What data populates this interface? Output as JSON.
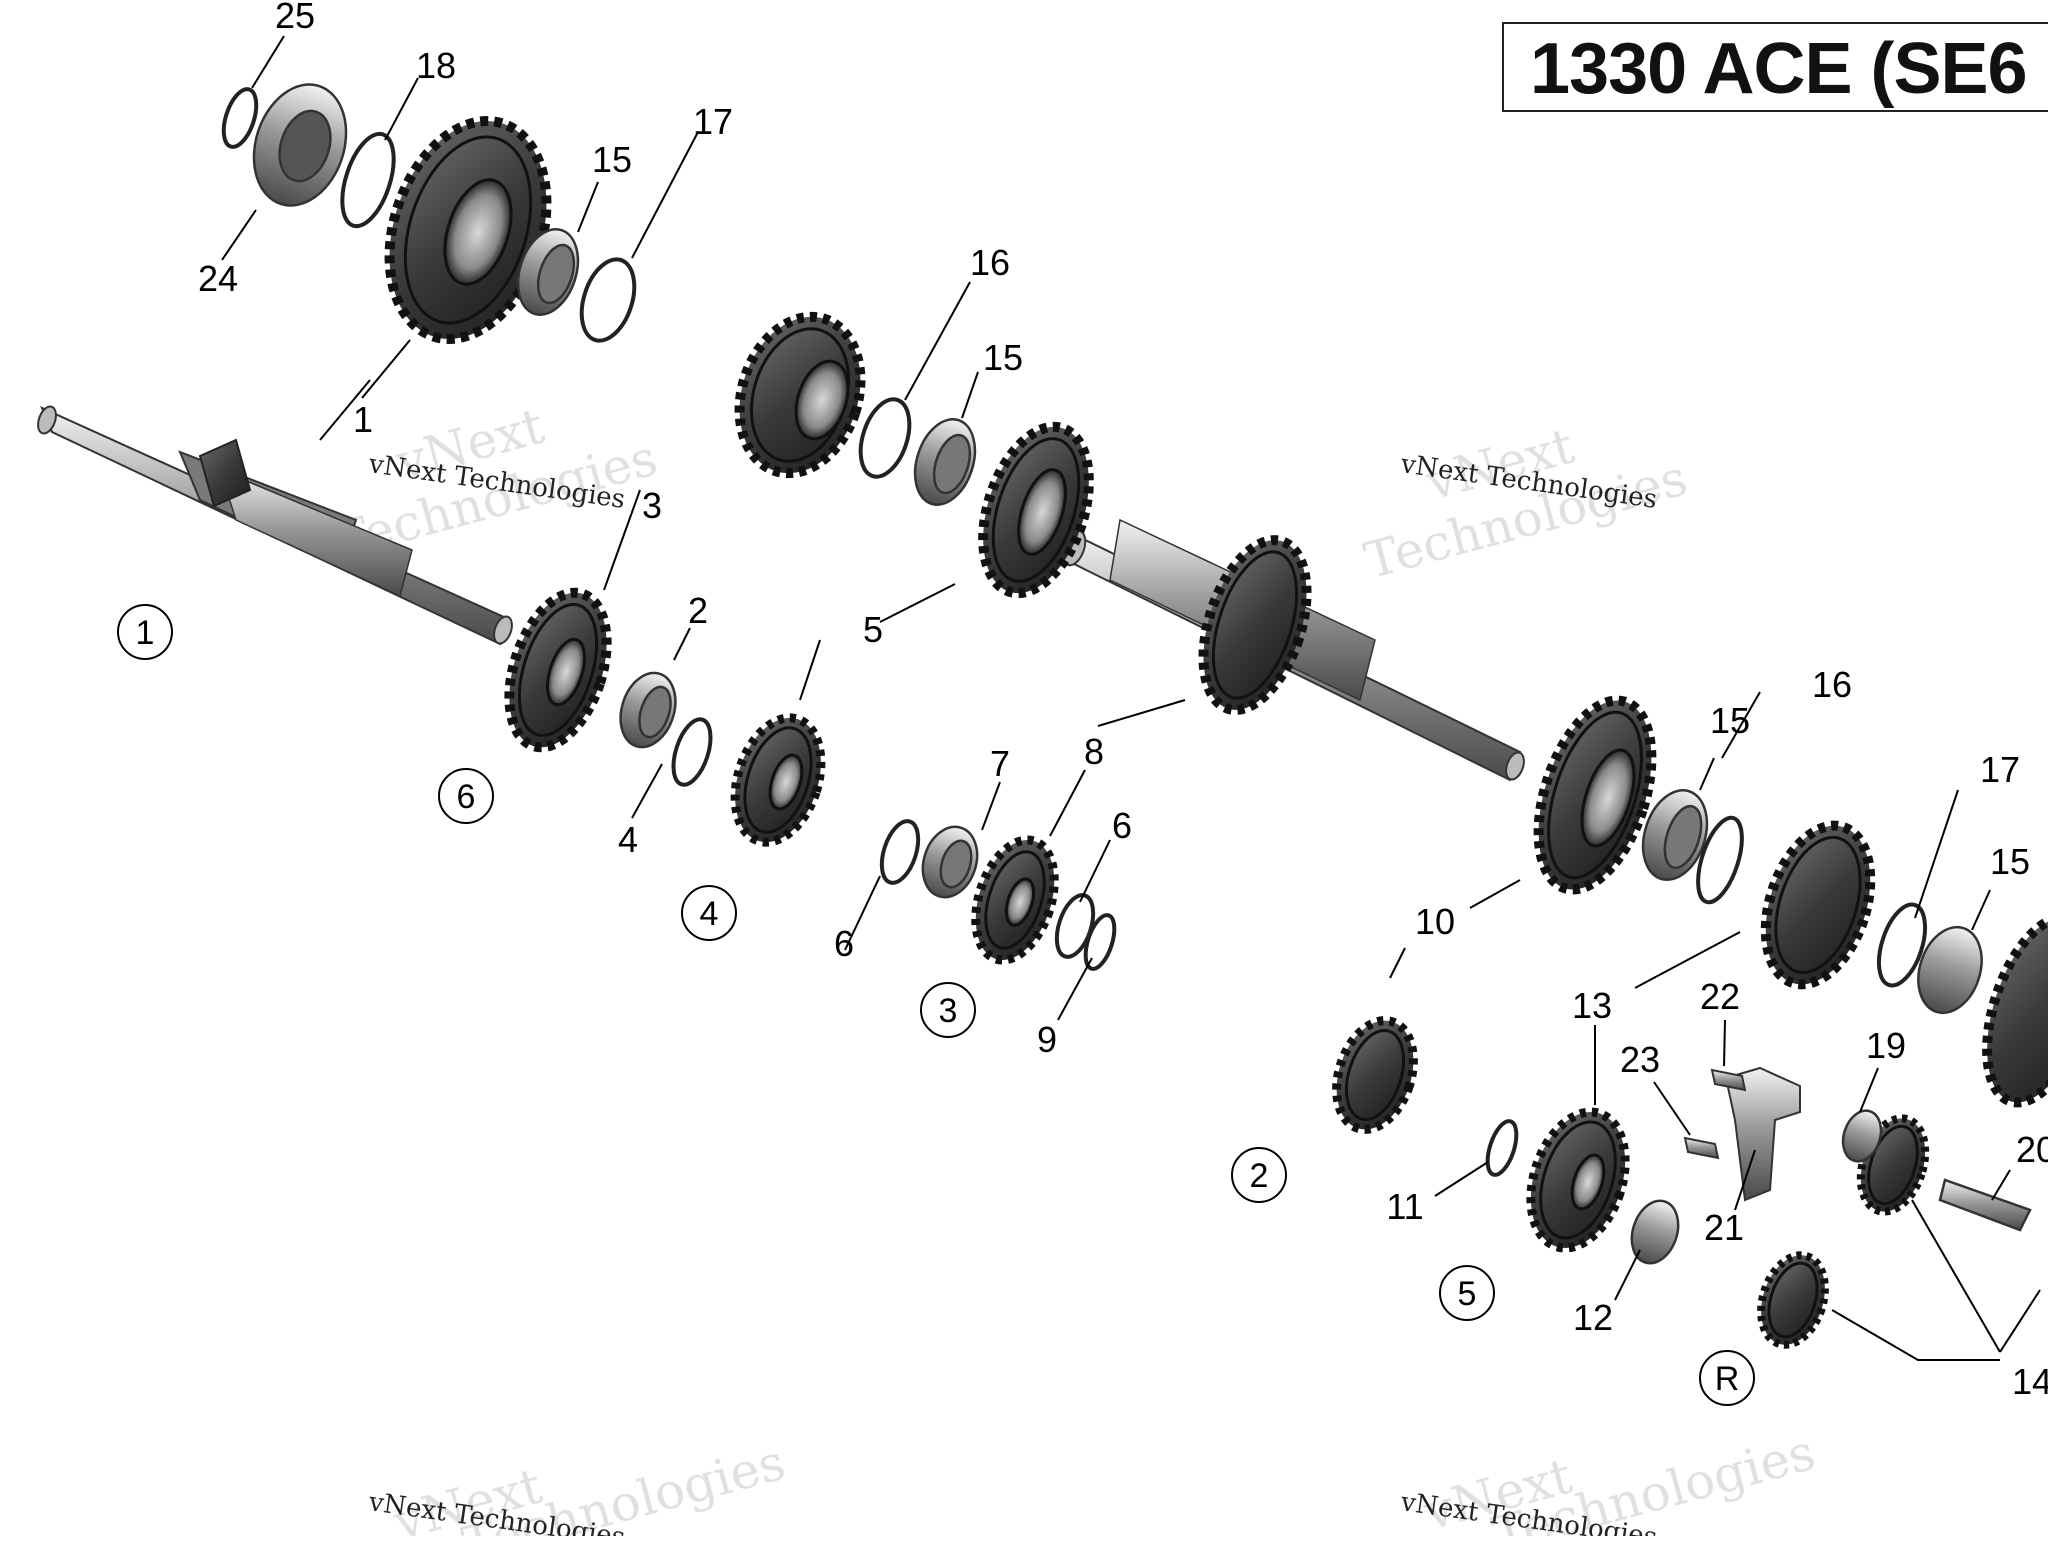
{
  "title": "1330 ACE (SE6",
  "watermark": {
    "line1": "vNext",
    "line2": "Technologies",
    "caption": "vNext Technologies"
  },
  "callouts": {
    "c25": "25",
    "c18": "18",
    "c24": "24",
    "c17a": "17",
    "c15a": "15",
    "c1": "1",
    "c16a": "16",
    "c15b": "15",
    "c3": "3",
    "c2a": "2",
    "c5": "5",
    "c4": "4",
    "c7": "7",
    "c8": "8",
    "c6a": "6",
    "c6b": "6",
    "c9": "9",
    "c10": "10",
    "c15c": "15",
    "c16b": "16",
    "c17b": "17",
    "c15d": "15",
    "c13": "13",
    "c22": "22",
    "c23": "23",
    "c19": "19",
    "c20": "20",
    "c11": "11",
    "c21": "21",
    "c12": "12",
    "c14": "14"
  },
  "gear_labels": {
    "g1": "1",
    "g6": "6",
    "g4": "4",
    "g3": "3",
    "g2": "2",
    "g5": "5",
    "gR": "R"
  }
}
